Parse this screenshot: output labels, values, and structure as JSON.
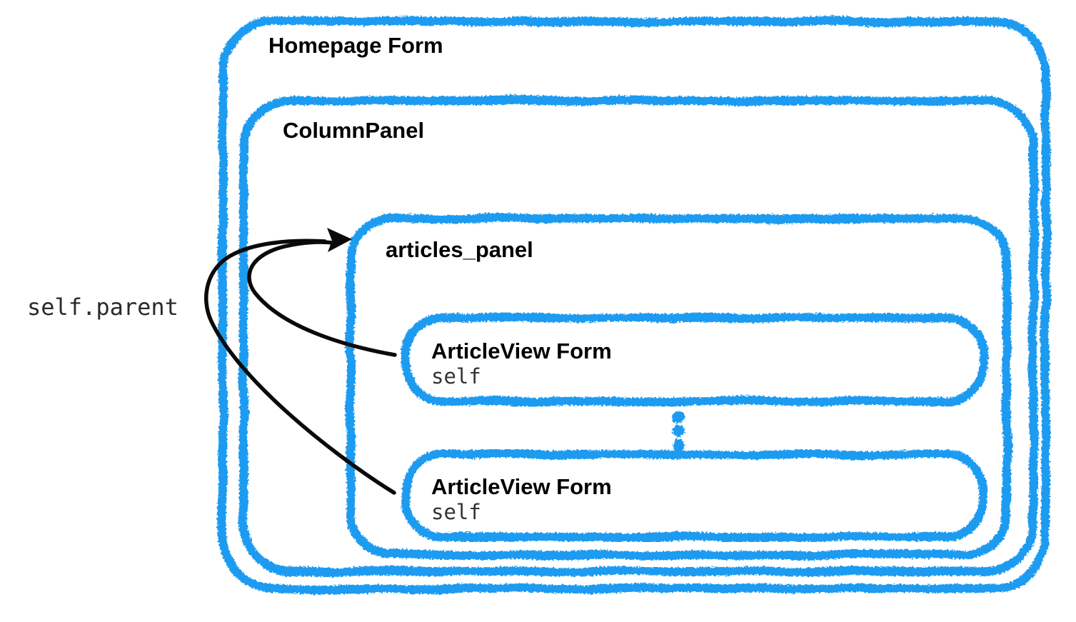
{
  "boxes": {
    "homepage_form": {
      "label": "Homepage Form"
    },
    "column_panel": {
      "label": "ColumnPanel"
    },
    "articles_panel": {
      "label": "articles_panel"
    },
    "article_view_1": {
      "label": "ArticleView Form",
      "code": "self"
    },
    "article_view_2": {
      "label": "ArticleView Form",
      "code": "self"
    }
  },
  "annotations": {
    "parent_reference": "self.parent"
  },
  "ellipsis": {
    "meaning": "more ArticleView forms repeated"
  },
  "colors": {
    "box_border": "#1d9bf0",
    "dot_fill": "#1d9bf0",
    "arrow": "#0a0a0a",
    "title_text": "#000000",
    "code_text": "#333333",
    "background": "#ffffff"
  }
}
